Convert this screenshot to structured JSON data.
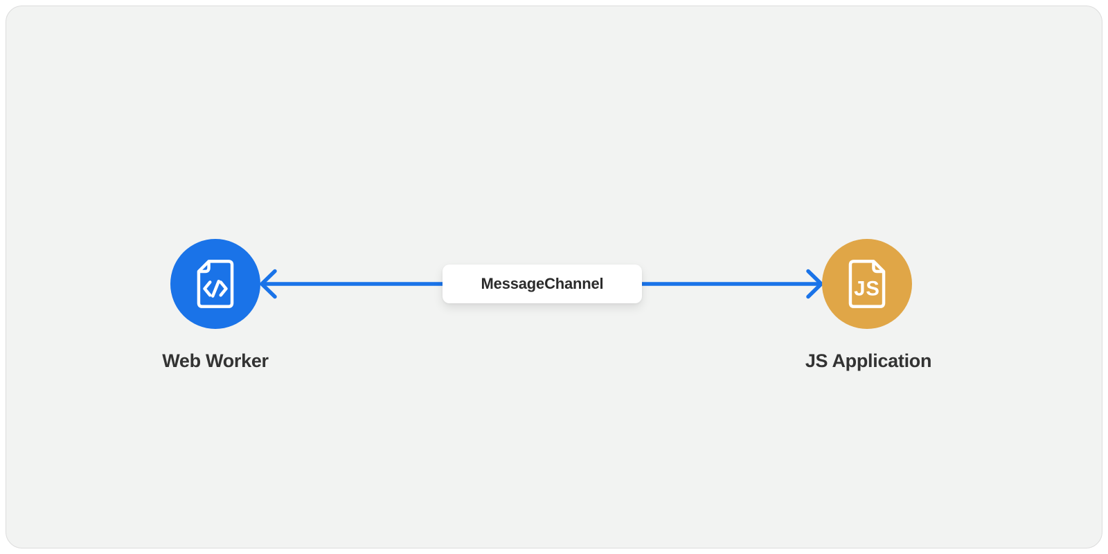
{
  "page": {
    "background_color": "#ffffff"
  },
  "card": {
    "background_color": "#f2f3f2",
    "border_color": "#dcdcdc"
  },
  "diagram": {
    "nodes": [
      {
        "id": "web-worker",
        "label": "Web Worker",
        "circle_color": "#1a73e8",
        "icon": "code-file-icon",
        "icon_color": "#ffffff"
      },
      {
        "id": "js-application",
        "label": "JS Application",
        "circle_color": "#e0a647",
        "icon": "js-file-icon",
        "icon_text": "JS",
        "icon_color": "#ffffff"
      }
    ],
    "connector": {
      "label": "MessageChannel",
      "direction": "bidirectional",
      "line_color": "#1a73e8",
      "label_background": "#ffffff",
      "label_text_color": "#2b2b2b"
    },
    "label_text_color": "#333333"
  }
}
